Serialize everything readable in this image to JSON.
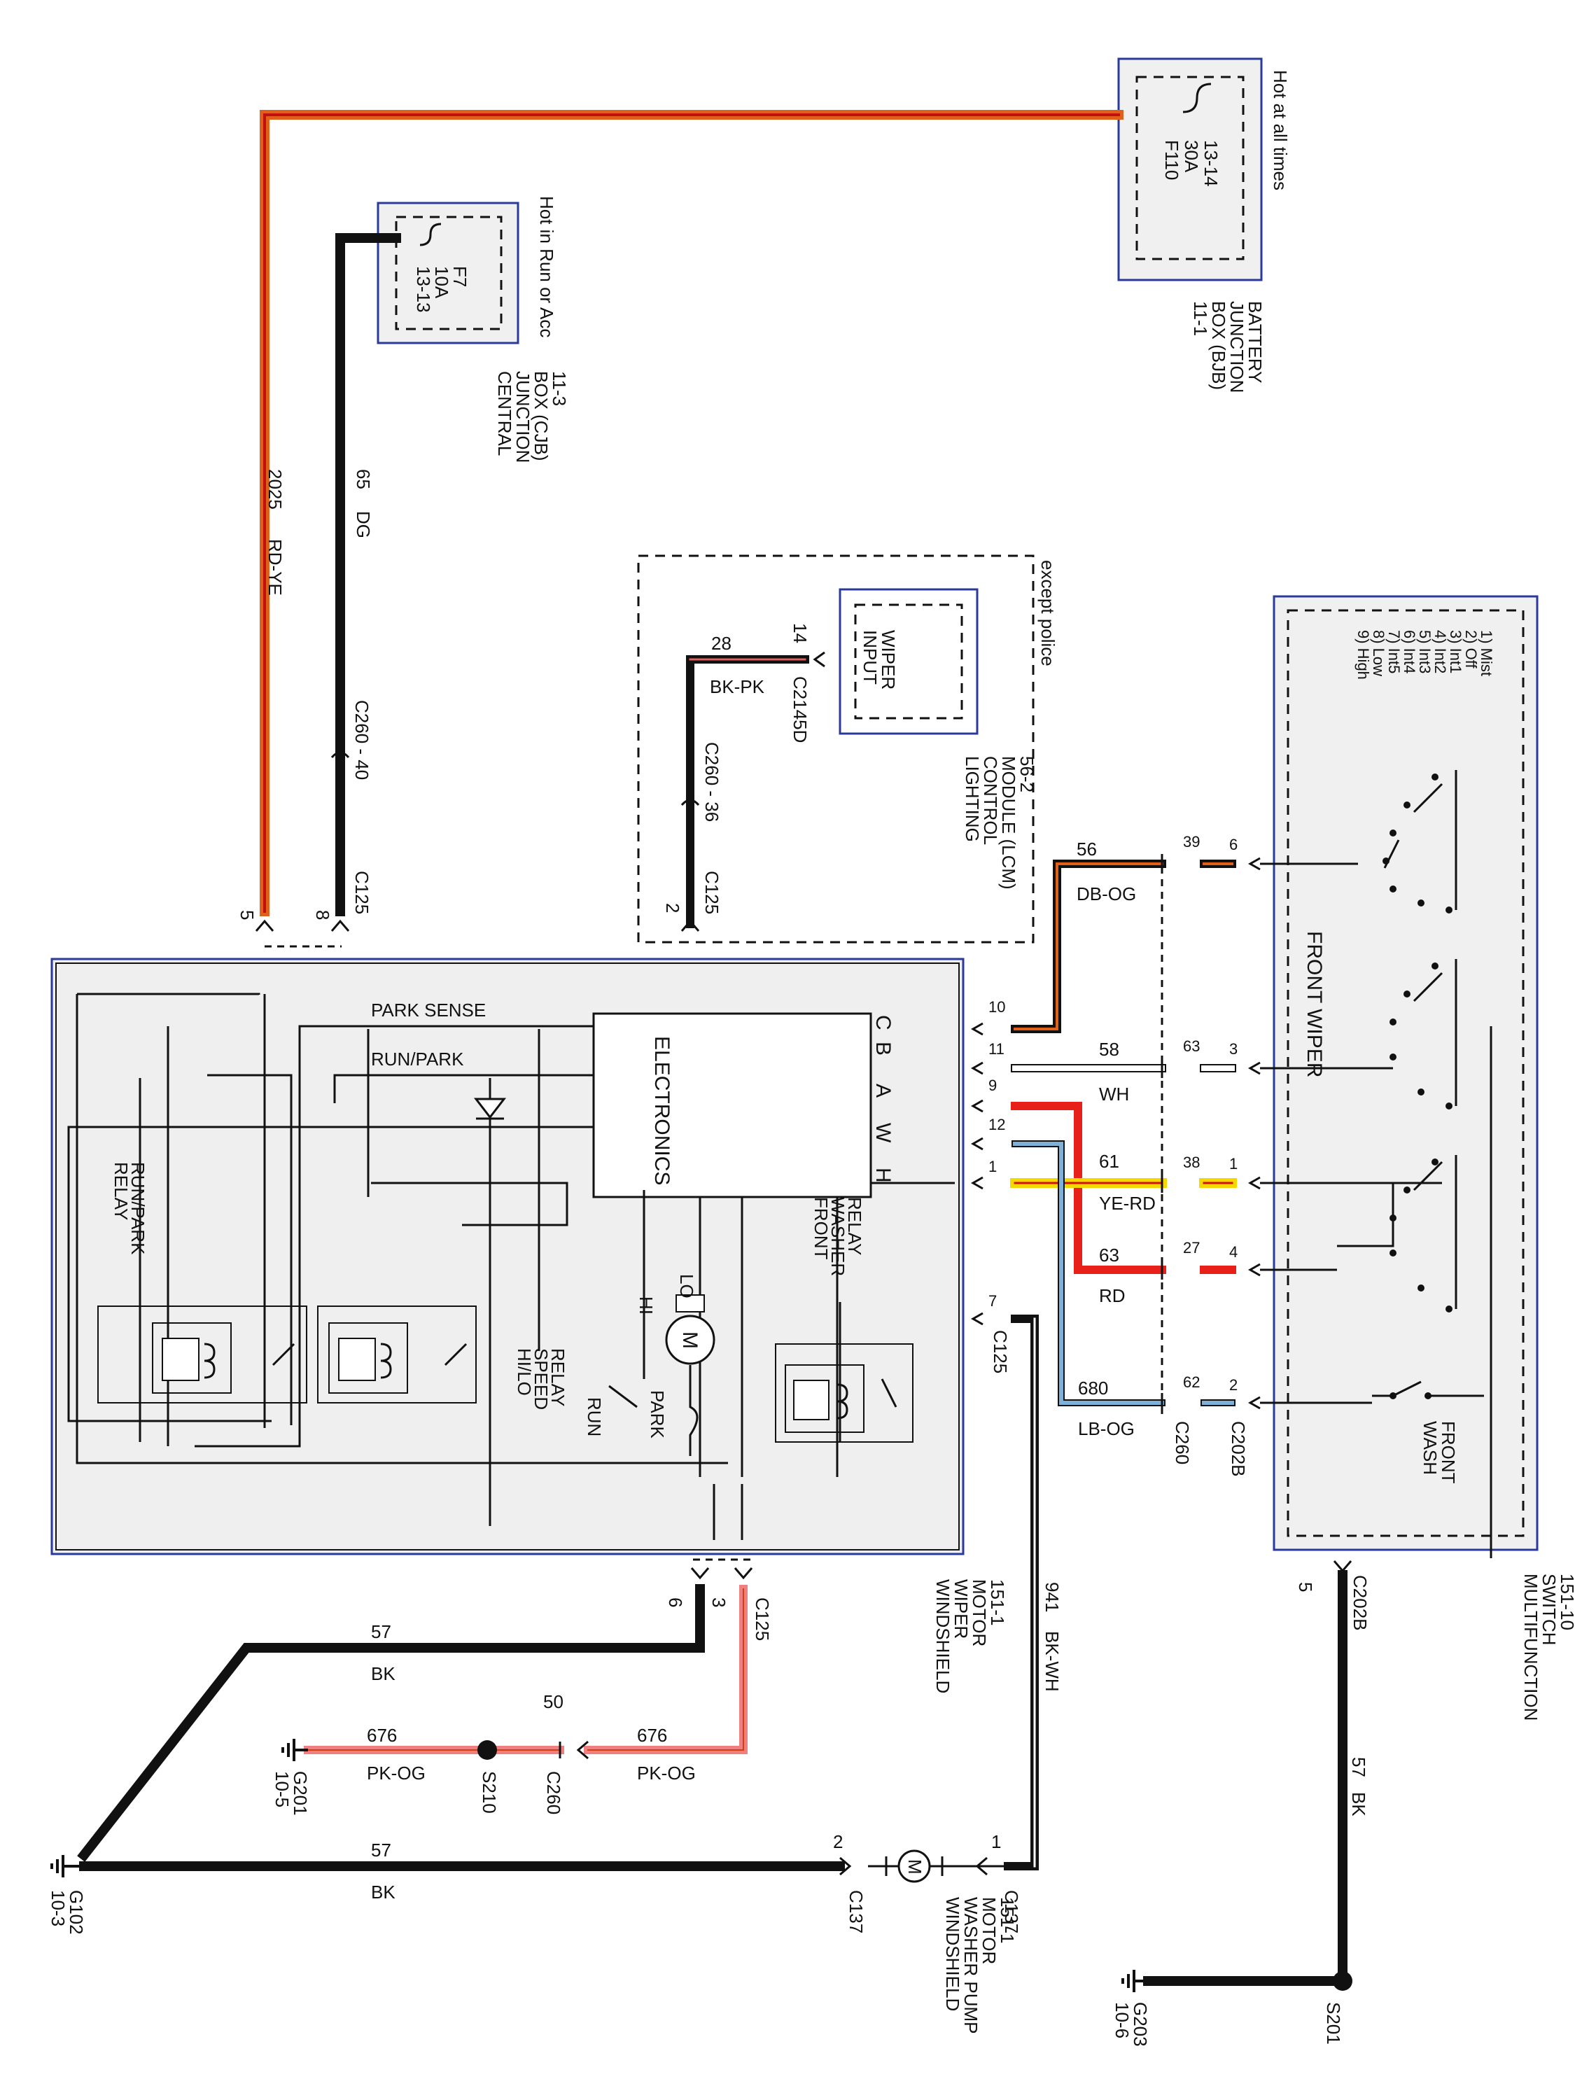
{
  "modules": {
    "bjb": {
      "fuse_id": "F110",
      "fuse_rating": "30A",
      "fuse_loc": "13-14",
      "hot_label": "Hot at all times",
      "name_l1": "BATTERY",
      "name_l2": "JUNCTION",
      "name_l3": "BOX (BJB)",
      "name_l4": "11-1"
    },
    "cjb": {
      "fuse_id": "F7",
      "fuse_rating": "10A",
      "fuse_loc": "13-13",
      "hot_label": "Hot in Run or Acc",
      "name_l1": "CENTRAL",
      "name_l2": "JUNCTION",
      "name_l3": "BOX (CJB)",
      "name_l4": "11-3"
    },
    "lcm": {
      "input_l1": "WIPER",
      "input_l2": "INPUT",
      "name_l1": "LIGHTING",
      "name_l2": "CONTROL",
      "name_l3": "MODULE (LCM)",
      "name_l4": "56-2",
      "option": "except police"
    },
    "motor": {
      "name_l1": "WINDSHIELD",
      "name_l2": "WIPER",
      "name_l3": "MOTOR",
      "name_l4": "151-1",
      "electronics": "ELECTRONICS",
      "park_sense": "PARK SENSE",
      "run_park": "RUN/PARK",
      "run_park_relay_l1": "RUN/PARK",
      "run_park_relay_l2": "RELAY",
      "hilo_relay_l1": "HI/LO",
      "hilo_relay_l2": "SPEED",
      "hilo_relay_l3": "RELAY",
      "washer_relay_l1": "FRONT",
      "washer_relay_l2": "WASHER",
      "washer_relay_l3": "RELAY",
      "lo": "LO",
      "hi": "HI",
      "m": "M",
      "park": "PARK",
      "run": "RUN",
      "pins": [
        "C",
        "B",
        "A",
        "W",
        "H"
      ]
    },
    "mfs": {
      "name_l1": "MULTIFUNCTION",
      "name_l2": "SWITCH",
      "name_l3": "151-10",
      "front_wiper": "FRONT WIPER",
      "front_wash_l1": "FRONT",
      "front_wash_l2": "WASH",
      "positions": [
        "1) Mist",
        "2) Off",
        "3) Int1",
        "4) Int2",
        "5) Int3",
        "6) Int4",
        "7) Int5",
        "8) Low",
        "9) High"
      ]
    },
    "pump": {
      "name_l1": "WINDSHIELD",
      "name_l2": "WASHER PUMP",
      "name_l3": "MOTOR",
      "name_l4": "151-1",
      "m": "M"
    }
  },
  "wires": {
    "w2025": {
      "circuit": "2025",
      "color": "RD-YE"
    },
    "w65": {
      "circuit": "65",
      "color": "DG"
    },
    "w28": {
      "circuit": "28",
      "color": "BK-PK"
    },
    "w56": {
      "circuit": "56",
      "color": "DB-OG"
    },
    "w58": {
      "circuit": "58",
      "color": "WH"
    },
    "w61": {
      "circuit": "61",
      "color": "YE-RD"
    },
    "w63": {
      "circuit": "63",
      "color": "RD"
    },
    "w680": {
      "circuit": "680",
      "color": "LB-OG"
    },
    "w941": {
      "circuit": "941",
      "color": "BK-WH"
    },
    "w57a": {
      "circuit": "57",
      "color": "BK"
    },
    "w57b": {
      "circuit": "57",
      "color": "BK"
    },
    "w57c": {
      "circuit": "57",
      "color": "BK"
    },
    "w676a": {
      "circuit": "676",
      "color": "PK-OG"
    },
    "w676b": {
      "circuit": "676",
      "color": "PK-OG"
    }
  },
  "connectors": {
    "c260_40": "C260 - 40",
    "c260_36": "C260 - 36",
    "c125": "C125",
    "c2145d": "C2145D",
    "c260": "C260",
    "c202b": "C202B",
    "c137": "C137"
  },
  "pins": {
    "p5": "5",
    "p8": "8",
    "p2": "2",
    "p14": "14",
    "p10": "10",
    "p11": "11",
    "p9": "9",
    "p12": "12",
    "p1": "1",
    "p7": "7",
    "p6": "6",
    "p3": "3",
    "p39": "39",
    "p63": "63",
    "p38": "38",
    "p27": "27",
    "p62": "62",
    "mfs6": "6",
    "mfs3": "3",
    "mfs1": "1",
    "mfs4": "4",
    "mfs2": "2",
    "mfs5": "5",
    "p50": "50",
    "pump1": "1",
    "pump2": "2"
  },
  "grounds": {
    "g102_id": "G102",
    "g102_loc": "10-3",
    "g201_id": "G201",
    "g201_loc": "10-5",
    "g203_id": "G203",
    "g203_loc": "10-6",
    "s201": "S201",
    "s210": "S210"
  },
  "colors": {
    "red": "#e8201a",
    "orange_red": "#e05a1a",
    "black": "#111111",
    "yellow": "#f5d800",
    "pink": "#f08080",
    "lightblue": "#7fb0d8",
    "blue_box": "#2a3a9a",
    "gray_fill": "#efefef"
  }
}
